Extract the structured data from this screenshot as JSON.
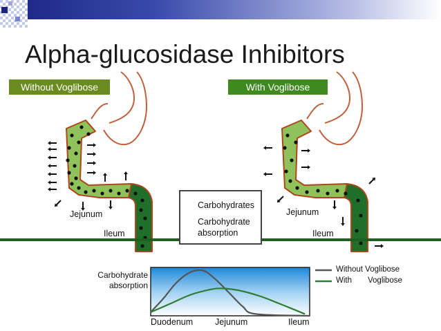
{
  "title": "Alpha-glucosidase Inhibitors",
  "panels": {
    "without_label": "Without Voglibose",
    "with_label": "With Voglibose"
  },
  "gut_labels": {
    "left_jejunum": "Jejunum",
    "left_ileum": "Ileum",
    "right_jejunum": "Jejunum",
    "right_ileum": "Ileum"
  },
  "legend": {
    "carbohydrates": "Carbohydrates",
    "absorption_line1": "Carbohydrate",
    "absorption_line2": "absorption"
  },
  "colors": {
    "header_bar": "#1a237e",
    "without_badge": "#6a8c1f",
    "with_badge": "#3f8a1f",
    "divider": "#1f5f1f",
    "intestine_light": "#8fc25a",
    "intestine_dark": "#1f6f2a",
    "intestine_border": "#b0451b",
    "stomach_outline": "#c0603f",
    "without_curve": "#555555",
    "with_curve": "#2e7d32"
  },
  "chart_data": {
    "type": "line",
    "ylabel_line1": "Carbohydrate",
    "ylabel_line2": "absorption",
    "categories": [
      "Duodenum",
      "Jejunum",
      "Ileum"
    ],
    "x_range": [
      0,
      1
    ],
    "ylim": [
      0,
      1
    ],
    "series": [
      {
        "name": "Without Voglibose",
        "color": "#555555",
        "x": [
          0,
          0.08,
          0.16,
          0.24,
          0.3,
          0.35,
          0.42,
          0.5,
          0.58,
          0.66,
          1.0
        ],
        "y": [
          0.08,
          0.38,
          0.72,
          0.94,
          1.0,
          0.96,
          0.76,
          0.48,
          0.2,
          0.04,
          0.0
        ]
      },
      {
        "name": "With",
        "color": "#2e7d32",
        "x": [
          0,
          0.12,
          0.25,
          0.38,
          0.45,
          0.55,
          0.68,
          0.8,
          0.9,
          0.97
        ],
        "y": [
          0.08,
          0.26,
          0.46,
          0.58,
          0.6,
          0.56,
          0.44,
          0.28,
          0.14,
          0.04
        ]
      }
    ],
    "legend": {
      "without": "Without Voglibose",
      "with_word": "With",
      "voglibose_word": "Voglibose"
    }
  }
}
